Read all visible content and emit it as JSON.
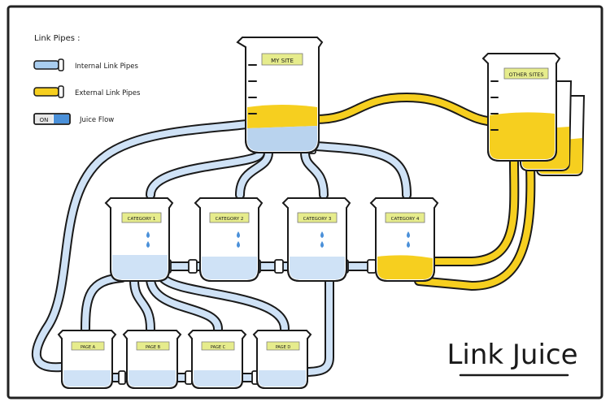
{
  "legend": {
    "title": "Link Pipes :",
    "internal": "Internal Link Pipes",
    "external": "External Link Pipes",
    "flow_on": "ON",
    "flow": "Juice Flow"
  },
  "beakers": {
    "my_site": "MY SITE",
    "other_sites": "OTHER SITES",
    "category1": "CATEGORY 1",
    "category2": "CATEGORY 2",
    "category3": "CATEGORY 3",
    "category4": "CATEGORY 4",
    "page_a": "PAGE A",
    "page_b": "PAGE B",
    "page_c": "PAGE C",
    "page_d": "PAGE D"
  },
  "title": "Link Juice",
  "colors": {
    "internal": "#a9cdef",
    "internal_fill": "#b9d3ee",
    "external": "#f6cf1f",
    "label_tape": "#e6ec8c"
  }
}
